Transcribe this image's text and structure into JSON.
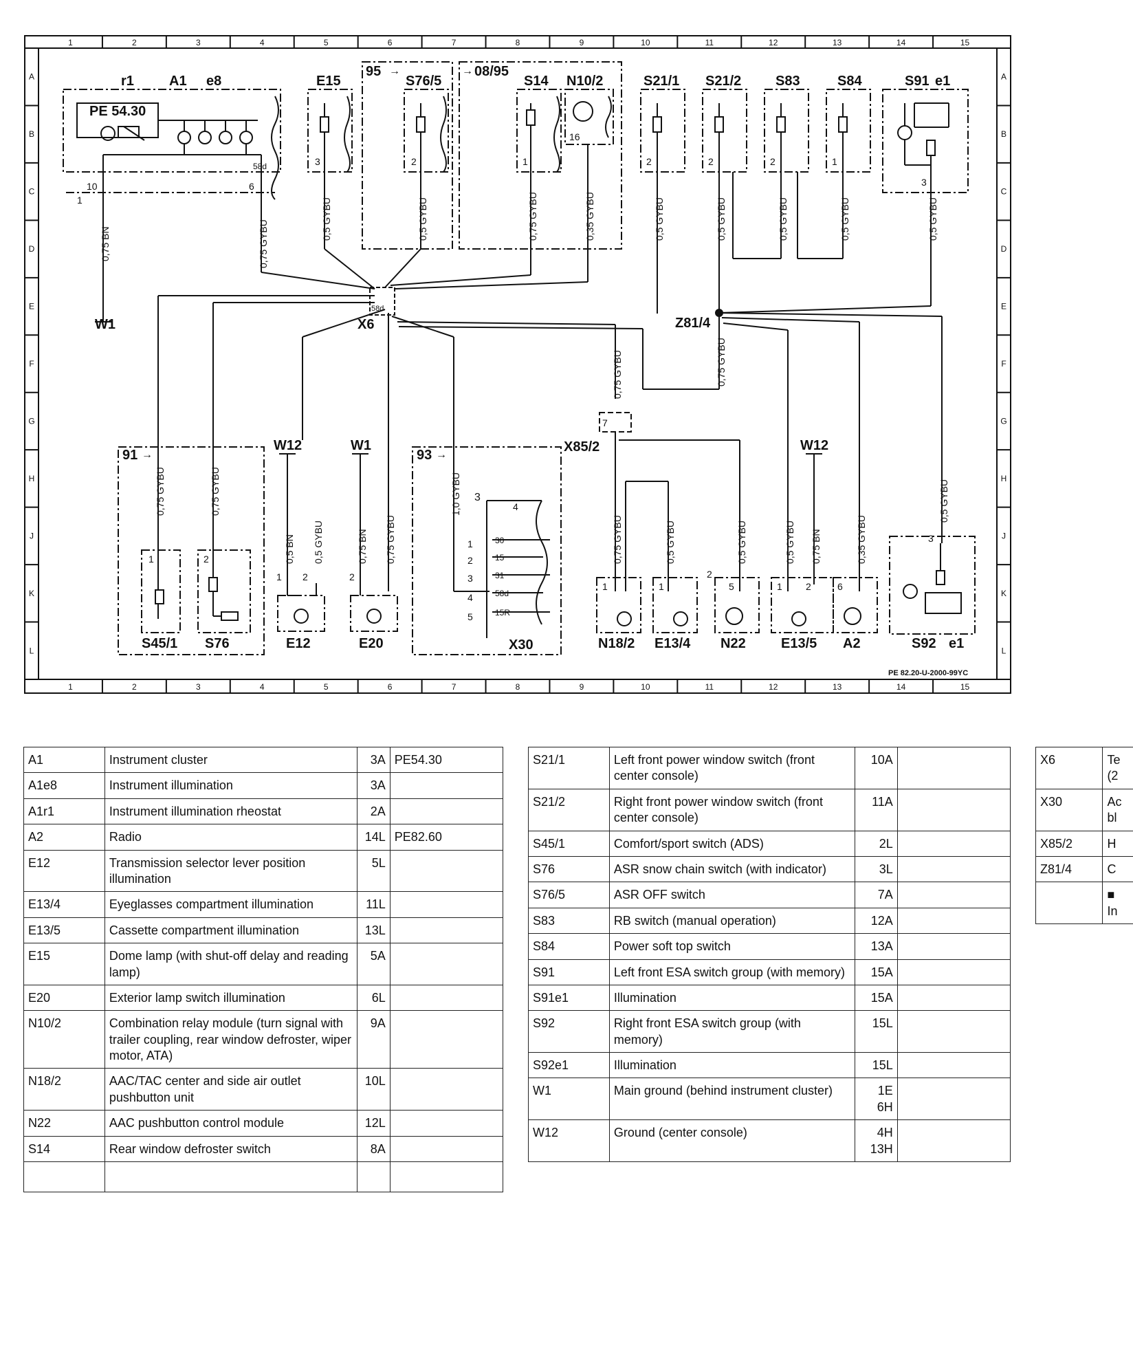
{
  "diagram": {
    "grid_columns": [
      "1",
      "2",
      "3",
      "4",
      "5",
      "6",
      "7",
      "8",
      "9",
      "10",
      "11",
      "12",
      "13",
      "14",
      "15"
    ],
    "grid_rows": [
      "A",
      "B",
      "C",
      "D",
      "E",
      "F",
      "G",
      "H",
      "J",
      "K",
      "L"
    ],
    "code": "PE 82.20-U-2000-99YC",
    "components": {
      "A1": "A1",
      "r1": "r1",
      "e8": "e8",
      "pe5430": "PE 54.30",
      "E15": "E15",
      "S76_5": "S76/5",
      "S14": "S14",
      "N10_2": "N10/2",
      "S21_1": "S21/1",
      "S21_2": "S21/2",
      "S83": "S83",
      "S84": "S84",
      "S91": "S91",
      "S91e1": "e1",
      "W1_top": "W1",
      "X6": "X6",
      "Z81_4": "Z81/4",
      "X85_2": "X85/2",
      "W12_a": "W12",
      "W1_b": "W1",
      "W12_b": "W12",
      "S45_1": "S45/1",
      "S76": "S76",
      "E12": "E12",
      "E20": "E20",
      "X30": "X30",
      "N18_2": "N18/2",
      "E13_4": "E13/4",
      "N22": "N22",
      "E13_5": "E13/5",
      "A2": "A2",
      "S92": "S92",
      "S92e1": "e1"
    },
    "version_tags": {
      "v95": "95",
      "v0895": "08/95",
      "v91": "91",
      "v93": "93"
    },
    "wires": {
      "a1_bn": "0,75 BN",
      "a1_gybu": "0,75 GYBU",
      "e15": "0,5 GYBU",
      "s765": "0,5 GYBU",
      "s14": "0,75 GYBU",
      "n102": "0,35 GYBU",
      "s211": "0,5 GYBU",
      "s212": "0,5 GYBU",
      "s83": "0,5 GYBU",
      "s84": "0,5 GYBU",
      "s91": "0,5 GYBU",
      "z814": "0,75 GYBU",
      "x852": "0,75 GYBU",
      "s451": "0,75 GYBU",
      "s76": "0,75 GYBU",
      "e12_bn": "0,5 BN",
      "e12_gybu": "0,5 GYBU",
      "e20_bn": "0,75 BN",
      "e20_gybu": "0,75 GYBU",
      "x30": "1,0 GYBU",
      "n182": "0,75 GYBU",
      "e134": "0,5 GYBU",
      "n22": "0,5 GYBU",
      "e135_gybu": "0,5 GYBU",
      "e135_bn": "0,75 BN",
      "a2": "0,35 GYBU",
      "s92": "0,5 GYBU"
    },
    "pins": {
      "p10": "10",
      "p6": "6",
      "p58d": "58d",
      "p1a": "1",
      "p58d_x6": "58d",
      "e15": "3",
      "s765": "2",
      "s14": "1",
      "n102": "16",
      "s211": "2",
      "s212": "2",
      "s83": "2",
      "s84": "1",
      "s91": "3",
      "x852": "7",
      "s451": "1",
      "s76": "2",
      "e12_1": "1",
      "e12_2": "2",
      "e20_2": "2",
      "x30_3": "3",
      "x30_4": "4",
      "x30_30": "30",
      "x30_15": "15",
      "x30_31": "31",
      "x30_58d": "58d",
      "x30_15r": "15R",
      "x30_n1": "1",
      "x30_n2": "2",
      "x30_n3": "3",
      "x30_n4": "4",
      "x30_n5": "5",
      "n182": "1",
      "e134": "1",
      "n22": "5",
      "n22_2": "2",
      "e135_1": "1",
      "e135_2": "2",
      "a2": "6",
      "s92": "3"
    }
  },
  "table1": [
    {
      "code": "A1",
      "desc": "Instrument cluster",
      "loc": "3A",
      "ref": "PE54.30"
    },
    {
      "code": "A1e8",
      "desc": "Instrument illumination",
      "loc": "3A",
      "ref": ""
    },
    {
      "code": "A1r1",
      "desc": "Instrument illumination rheostat",
      "loc": "2A",
      "ref": ""
    },
    {
      "code": "A2",
      "desc": "Radio",
      "loc": "14L",
      "ref": "PE82.60"
    },
    {
      "code": "E12",
      "desc": "Transmission selector lever position illumination",
      "loc": "5L",
      "ref": ""
    },
    {
      "code": "E13/4",
      "desc": "Eyeglasses compartment illumination",
      "loc": "11L",
      "ref": ""
    },
    {
      "code": "E13/5",
      "desc": "Cassette compartment illumination",
      "loc": "13L",
      "ref": ""
    },
    {
      "code": "E15",
      "desc": "Dome lamp (with shut-off delay and reading lamp)",
      "loc": "5A",
      "ref": ""
    },
    {
      "code": "E20",
      "desc": "Exterior lamp switch illumination",
      "loc": "6L",
      "ref": ""
    },
    {
      "code": "N10/2",
      "desc": "Combination relay module (turn signal with trailer coupling, rear window defroster, wiper motor, ATA)",
      "loc": "9A",
      "ref": ""
    },
    {
      "code": "N18/2",
      "desc": "AAC/TAC center and side air outlet pushbutton unit",
      "loc": "10L",
      "ref": ""
    },
    {
      "code": "N22",
      "desc": "AAC pushbutton control module",
      "loc": "12L",
      "ref": ""
    },
    {
      "code": "S14",
      "desc": "Rear window defroster switch",
      "loc": "8A",
      "ref": ""
    },
    {
      "code": "",
      "desc": "",
      "loc": "",
      "ref": ""
    }
  ],
  "table2": [
    {
      "code": "S21/1",
      "desc": "Left front power window switch (front center console)",
      "loc": "10A",
      "ref": ""
    },
    {
      "code": "S21/2",
      "desc": "Right front power window switch (front center console)",
      "loc": "11A",
      "ref": ""
    },
    {
      "code": "S45/1",
      "desc": "Comfort/sport switch (ADS)",
      "loc": "2L",
      "ref": ""
    },
    {
      "code": "S76",
      "desc": "ASR snow chain switch (with indicator)",
      "loc": "3L",
      "ref": ""
    },
    {
      "code": "S76/5",
      "desc": "ASR OFF switch",
      "loc": "7A",
      "ref": ""
    },
    {
      "code": "S83",
      "desc": "RB switch (manual operation)",
      "loc": "12A",
      "ref": ""
    },
    {
      "code": "S84",
      "desc": "Power soft top switch",
      "loc": "13A",
      "ref": ""
    },
    {
      "code": "S91",
      "desc": "Left front ESA switch group (with memory)",
      "loc": "15A",
      "ref": ""
    },
    {
      "code": "S91e1",
      "desc": "Illumination",
      "loc": "15A",
      "ref": ""
    },
    {
      "code": "S92",
      "desc": "Right front ESA switch group (with memory)",
      "loc": "15L",
      "ref": ""
    },
    {
      "code": "S92e1",
      "desc": "Illumination",
      "loc": "15L",
      "ref": ""
    },
    {
      "code": "W1",
      "desc": "Main ground (behind instrument cluster)",
      "loc": "1E\n6H",
      "ref": ""
    },
    {
      "code": "W12",
      "desc": "Ground (center console)",
      "loc": "4H\n13H",
      "ref": ""
    }
  ],
  "table3": [
    {
      "code": "X6",
      "desc": "Te\n(2"
    },
    {
      "code": "X30",
      "desc": "Ac\nbl"
    },
    {
      "code": "X85/2",
      "desc": "H"
    },
    {
      "code": "Z81/4",
      "desc": "C"
    },
    {
      "code": "",
      "desc": "■\nIn"
    }
  ]
}
